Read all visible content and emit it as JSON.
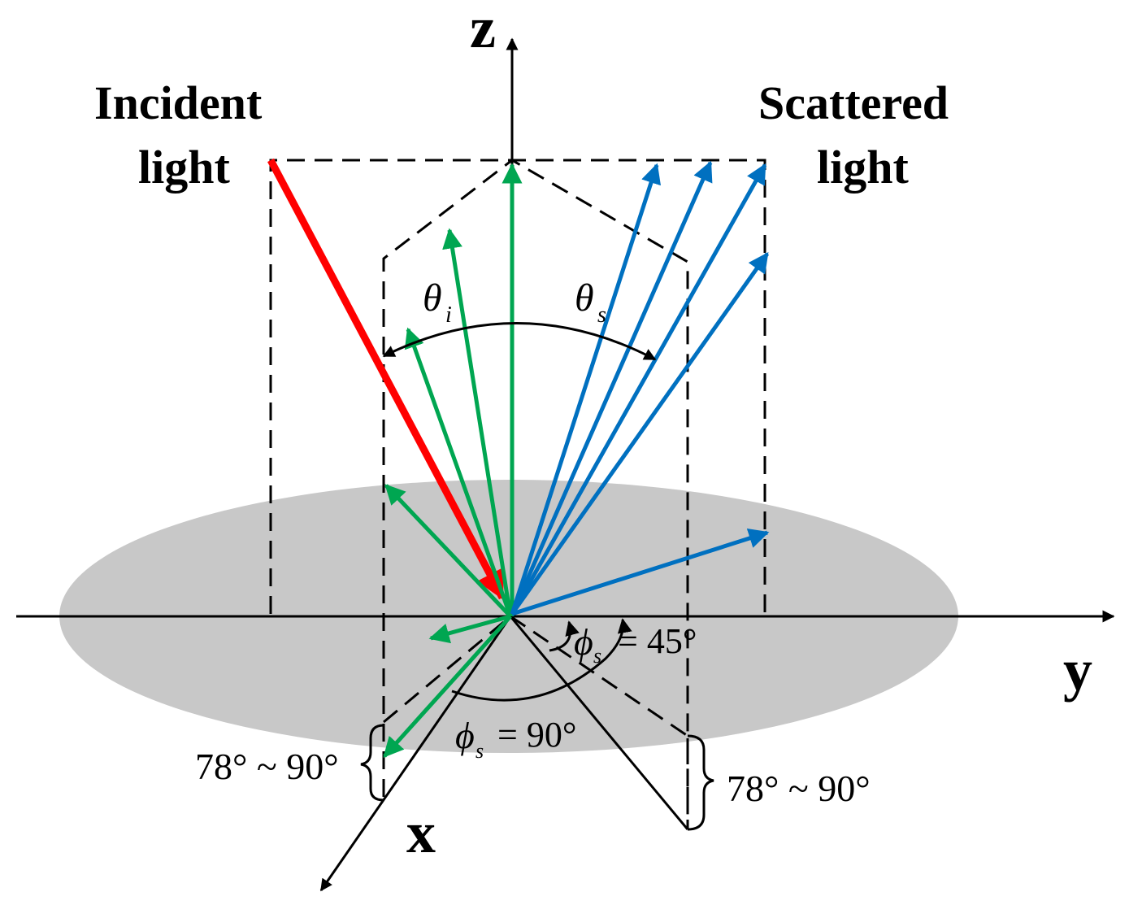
{
  "axes": {
    "z": "z",
    "y": "y",
    "x": "x"
  },
  "labels": {
    "incident_line1": "Incident",
    "incident_line2": "light",
    "scattered_line1": "Scattered",
    "scattered_line2": "light"
  },
  "angles": {
    "theta_i_symbol": "θ",
    "theta_i_sub": "i",
    "theta_s_symbol": "θ",
    "theta_s_sub": "s",
    "phi_s_45_symbol": "ϕ",
    "phi_s_45_sub": "s",
    "phi_s_45_value": "= 45°",
    "phi_s_90_symbol": "ϕ",
    "phi_s_90_sub": "s",
    "phi_s_90_value": "= 90°",
    "range_left": "78° ~ 90°",
    "range_right": "78° ~ 90°"
  },
  "colors": {
    "incident": "#ff0000",
    "green": "#00a651",
    "blue": "#0070c0",
    "surface": "#c8c8c8",
    "axis": "#000000"
  }
}
